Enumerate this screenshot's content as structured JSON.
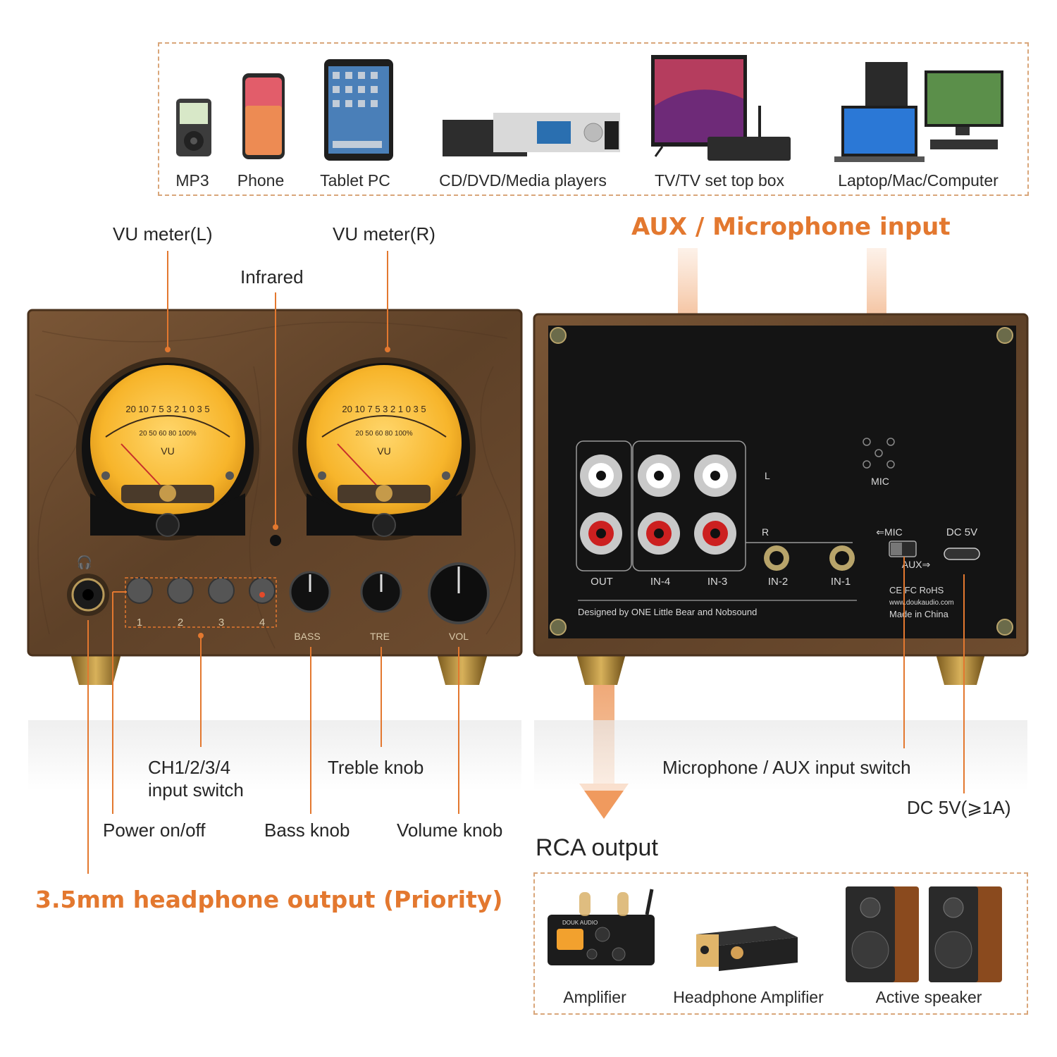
{
  "sources": {
    "items": [
      {
        "label": "MP3",
        "icon": "mp3-player-icon"
      },
      {
        "label": "Phone",
        "icon": "phone-icon"
      },
      {
        "label": "Tablet PC",
        "icon": "tablet-icon"
      },
      {
        "label": "CD/DVD/Media players",
        "icon": "media-player-icon"
      },
      {
        "label": "TV/TV set top box",
        "icon": "tv-icon"
      },
      {
        "label": "Laptop/Mac/Computer",
        "icon": "computer-icon"
      }
    ]
  },
  "callouts": {
    "vu_left": "VU meter(L)",
    "vu_right": "VU meter(R)",
    "infrared": "Infrared",
    "aux_mic_input": "AUX / Microphone input",
    "ch_switch_line1": "CH1/2/3/4",
    "ch_switch_line2": "input switch",
    "treble": "Treble knob",
    "power": "Power on/off",
    "bass": "Bass knob",
    "volume": "Volume knob",
    "headphone": "3.5mm headphone output (Priority)",
    "mic_aux_switch": "Microphone / AUX input switch",
    "dc": "DC 5V(⩾1A)",
    "rca_output": "RCA output"
  },
  "front_panel": {
    "vu_scale_top": "20 10  7   5   3 2 1 0   3   5",
    "vu_scale_bottom": "20  50  60  80  100%",
    "vu_label": "VU",
    "ch_numbers": [
      "1",
      "2",
      "3",
      "4"
    ],
    "knobs": [
      "BASS",
      "TRE",
      "VOL"
    ]
  },
  "back_panel": {
    "jacks": [
      "OUT",
      "IN-4",
      "IN-3",
      "IN-2",
      "IN-1"
    ],
    "lr": [
      "L",
      "R"
    ],
    "mic": "MIC",
    "switch_mic": "⇐MIC",
    "switch_aux": "AUX⇒",
    "dc": "DC 5V",
    "designed_by": "Designed by ONE Little Bear and Nobsound",
    "certs": "CE FC RoHS",
    "website": "www.doukaudio.com",
    "made_in": "Made in China"
  },
  "outputs": {
    "items": [
      {
        "label": "Amplifier",
        "icon": "amplifier-icon",
        "brand": "DOUK AUDIO"
      },
      {
        "label": "Headphone Amplifier",
        "icon": "headphone-amplifier-icon"
      },
      {
        "label": "Active speaker",
        "icon": "speaker-icon"
      }
    ]
  },
  "colors": {
    "accent": "#e3782f",
    "wood": "#6b4a2e",
    "panel": "#141414",
    "dashed": "#d9a67a"
  }
}
